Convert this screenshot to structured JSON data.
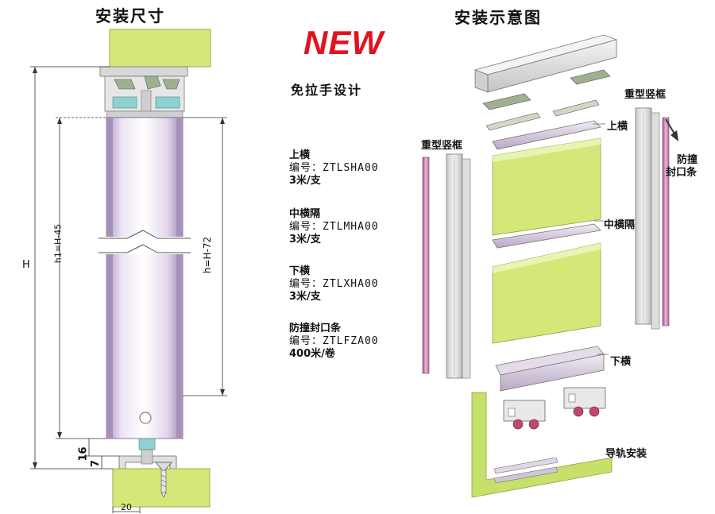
{
  "left_title": "安装尺寸",
  "right_title": "安装示意图",
  "new_badge": "NEW",
  "subtitle": "免拉手设计",
  "dimensions": {
    "H": "H",
    "h1": "h1=H-45",
    "h": "h=H-72",
    "d16": "16",
    "d7": "7",
    "d20": "20"
  },
  "specs": [
    {
      "name": "上横",
      "code": "编号：ZTLSHA00",
      "qty": "3米/支"
    },
    {
      "name": "中横隔",
      "code": "编号：ZTLMHA00",
      "qty": "3米/支"
    },
    {
      "name": "下横",
      "code": "编号：ZTLXHA00",
      "qty": "3米/支"
    },
    {
      "name": "防撞封口条",
      "code": "编号：ZTLFZA00",
      "qty": "400米/卷"
    }
  ],
  "parts": {
    "frame_left": "重型竖框",
    "frame_right": "重型竖框",
    "top_rail": "上横",
    "bumper_line1": "防撞",
    "bumper_line2": "封口条",
    "mid_rail": "中横隔",
    "bottom_rail": "下横",
    "track": "导轨安装"
  },
  "colors": {
    "panel": "#d4e87a",
    "frame_purple": "#b89ac8",
    "teal": "#8fd0d0",
    "new_red": "#e0141e"
  }
}
